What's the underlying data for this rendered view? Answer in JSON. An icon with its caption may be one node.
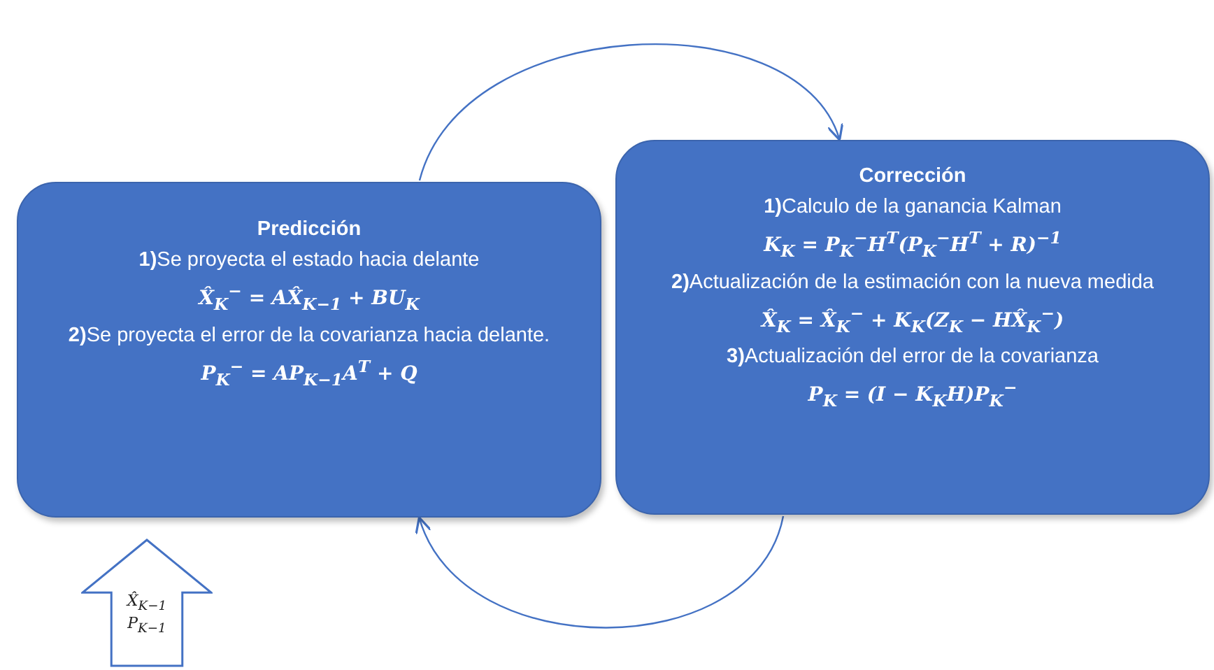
{
  "diagram": {
    "nodes": [
      {
        "text": [
          "Predicción",
          "**1)**Se proyecta el estado hacia delante",
          "X̂$_{K}$$^{−}$ = AX̂$_{K−1}$ + BU$_{K}$",
          "**2)**Se proyecta el error de la covarianza hacia delante.",
          "P$_{K}$$^{−}$ = AP$_{K−1}$A$^{T}$ + Q"
        ]
      },
      {
        "text": [
          "Corrección",
          "**1)**Calculo de la ganancia Kalman",
          "K$_{K}$ = P$_{K}$$^{−}$H$^{T}$(P$_{K}$$^{−}$H$^{T}$ + R)$^{−1}$",
          "**2)**Actualización de la estimación con la nueva medida",
          "X̂$_{K}$ = X̂$_{K}$$^{−}$ + K$_{K}$(Z$_{K}$ − HX̂$_{K}$$^{−}$)",
          "**3)**Actualización del error de la covarianza",
          "P$_{K}$ = (I − K$_{K}$H)P$_{K}$$^{−}$"
        ]
      },
      {
        "text": [
          "X̂$_{K−1}$",
          "P$_{K−1}$"
        ]
      }
    ],
    "edges": [
      {
        "from": 0,
        "to": 1,
        "arrow": "to"
      },
      {
        "from": 1,
        "to": 0,
        "arrow": "to"
      }
    ]
  }
}
